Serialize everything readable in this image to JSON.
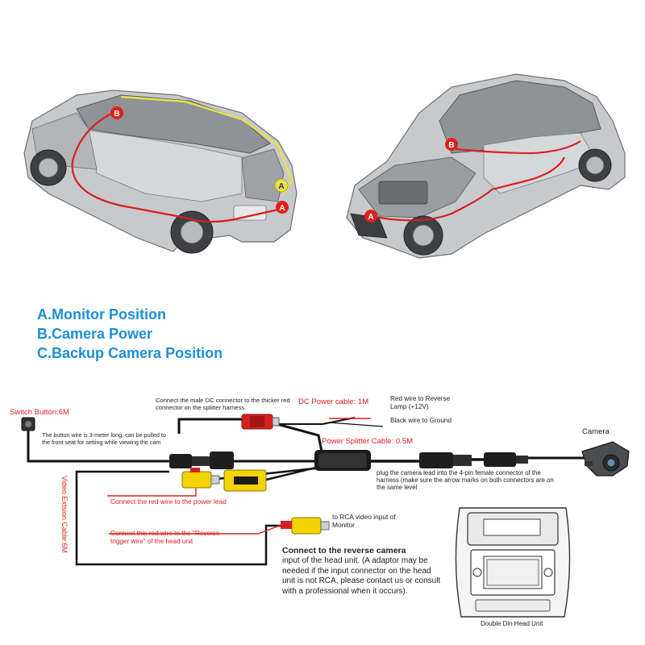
{
  "markers": {
    "a": "A",
    "b": "B"
  },
  "legend": {
    "a": "A.Monitor Position",
    "b": "B.Camera Power",
    "c": "C.Backup Camera Position"
  },
  "labels": {
    "switch_button": "Switch Button:6M",
    "button_note": "The button wire is 3-meter long, can be pulled to the front seat for setting while viewing the cam",
    "dc_note": "Connect the male DC connector to the thicker red  connector on the splitter harness.",
    "dc_cable": "DC Power cable: 1M",
    "red_wire": "Red wire to Reverse Lamp (+12V)",
    "black_wire": "Black wire to Ground",
    "power_splitter": "Power Splitter Cable: 0.5M",
    "camera": "Camera",
    "camera_lead_note": "plug the camera lead into the 4-pin female connector of the harness (make sure the arrow marks on both connectors are on the same level",
    "video_ext": "Video Extsion Cable:6M",
    "red_power": "Connect the red wire to the power lead",
    "rca_note": "to RCA video input of Monitor",
    "reverse_trigger": "Connect this red wire to the \"Reverse trigger wire\" of the head unit",
    "connect_title": "Connect to the reverse camera",
    "connect_body": "input of the head unit. (A adaptor may be needed if the input connector on the head unit is not RCA, please contact us or consult with a professional when it occurs).",
    "head_unit": "Double Din Head Unit"
  }
}
